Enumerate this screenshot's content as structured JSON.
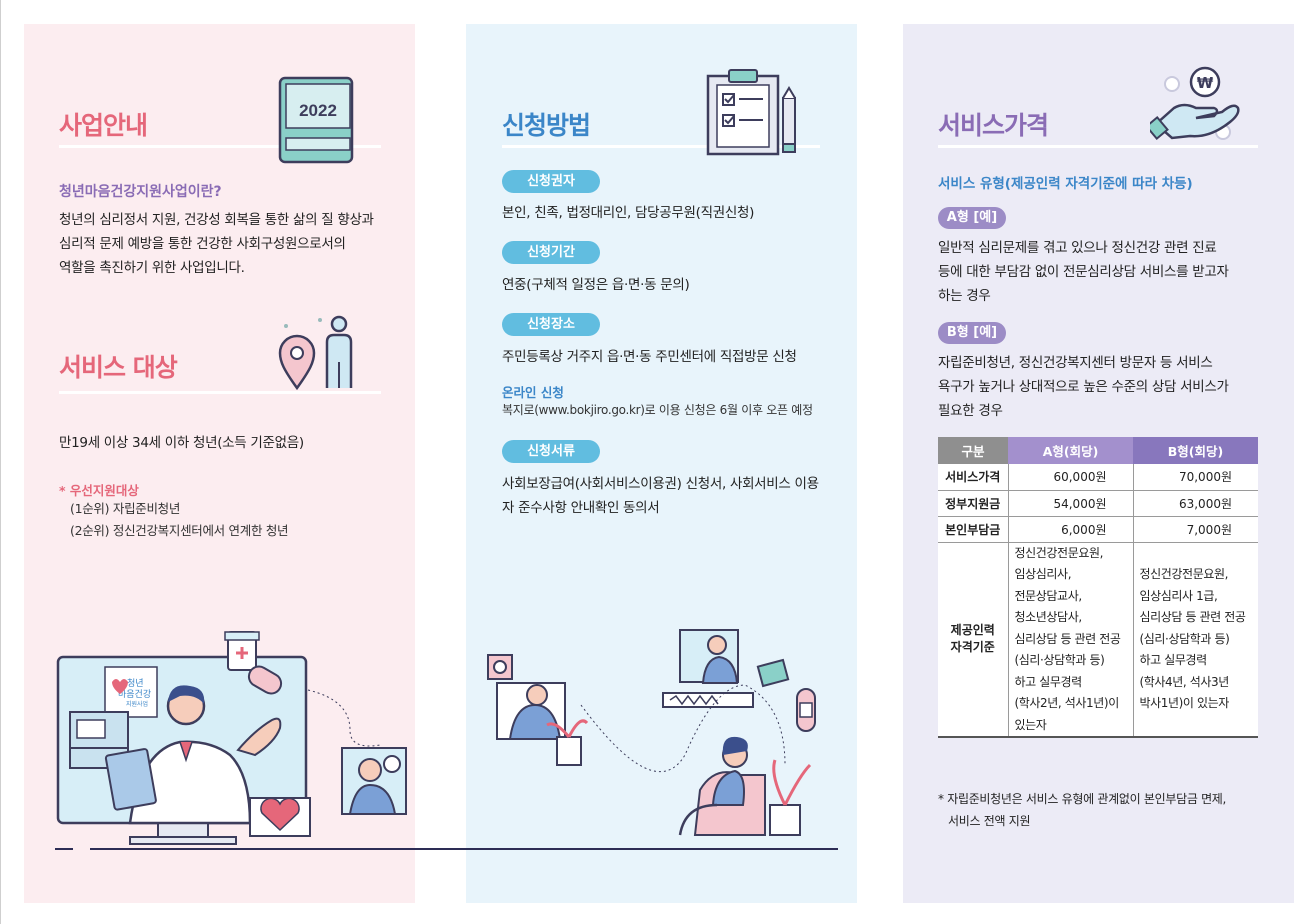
{
  "colors": {
    "panel1_bg": "#fcedf0",
    "panel2_bg": "#e8f4fb",
    "panel3_bg": "#ecebf6",
    "pink_accent": "#e5677a",
    "blue_accent": "#3b86c8",
    "purple_accent": "#8a6cb5",
    "pill_blue": "#61bde0",
    "pill_purple": "#9c8cc6"
  },
  "panel1": {
    "title": "사업안내",
    "book_year": "2022",
    "question": "청년마음건강지원사업이란?",
    "description": [
      "청년의 심리정서 지원, 건강성 회복을 통한 삶의 질 향상과",
      "심리적 문제 예방을 통한 건강한 사회구성원으로서의",
      "역할을 촉진하기 위한 사업입니다."
    ],
    "target_title": "서비스 대상",
    "target_desc": "만19세 이상 34세 이하 청년(소득 기준없음)",
    "priority_title": "* 우선지원대상",
    "priority_items": [
      "(1순위) 자립준비청년",
      "(2순위) 정신건강복지센터에서 연계한 청년"
    ],
    "logo_text": [
      "청년",
      "마음건강",
      "지원사업"
    ]
  },
  "panel2": {
    "title": "신청방법",
    "sections": [
      {
        "label": "신청권자",
        "text": "본인, 친족, 법정대리인, 담당공무원(직권신청)"
      },
      {
        "label": "신청기간",
        "text": "연중(구체적 일정은 읍·면·동 문의)"
      },
      {
        "label": "신청장소",
        "text": "주민등록상 거주지 읍·면·동 주민센터에 직접방문 신청"
      },
      {
        "label": "신청서류",
        "text": "사회보장급여(사회서비스이용권) 신청서, 사회서비스 이용자 준수사항 안내확인 동의서"
      }
    ],
    "online_title": "온라인 신청",
    "online_text": "복지로(www.bokjiro.go.kr)로 이용 신청은  6월 이후 오픈 예정"
  },
  "panel3": {
    "title": "서비스가격",
    "service_type": "서비스 유형(제공인력 자격기준에 따라 차등)",
    "type_a_label": "A형 [예]",
    "type_a_desc": [
      "일반적 심리문제를 겪고 있으나 정신건강 관련 진료",
      "등에 대한 부담감 없이 전문심리상담 서비스를 받고자",
      "하는 경우"
    ],
    "type_b_label": "B형 [예]",
    "type_b_desc": [
      "자립준비청년, 정신건강복지센터 방문자 등 서비스",
      "욕구가 높거나 상대적으로 높은 수준의 상담 서비스가",
      "필요한 경우"
    ],
    "table": {
      "headers": [
        "구분",
        "A형(회당)",
        "B형(회당)"
      ],
      "rows": [
        {
          "label": "서비스가격",
          "a": "60,000원",
          "b": "70,000원"
        },
        {
          "label": "정부지원금",
          "a": "54,000원",
          "b": "63,000원"
        },
        {
          "label": "본인부담금",
          "a": "6,000원",
          "b": "7,000원"
        }
      ],
      "qual_label": [
        "제공인력",
        "자격기준"
      ],
      "qual_a": [
        "정신건강전문요원,",
        "임상심리사,",
        "전문상담교사,",
        "청소년상담사,",
        "심리상담 등 관련 전공",
        "(심리·상담학과 등)",
        "하고 실무경력",
        "(학사2년, 석사1년)이",
        "있는자"
      ],
      "qual_b": [
        "정신건강전문요원,",
        "임상심리사 1급,",
        "심리상담 등 관련 전공",
        "(심리·상담학과 등)",
        "하고 실무경력",
        "(학사4년, 석사3년",
        "박사1년)이 있는자"
      ]
    },
    "footnote": [
      "* 자립준비청년은 서비스 유형에 관계없이 본인부담금 면제,",
      "서비스 전액 지원"
    ],
    "coin_symbol": "₩"
  }
}
